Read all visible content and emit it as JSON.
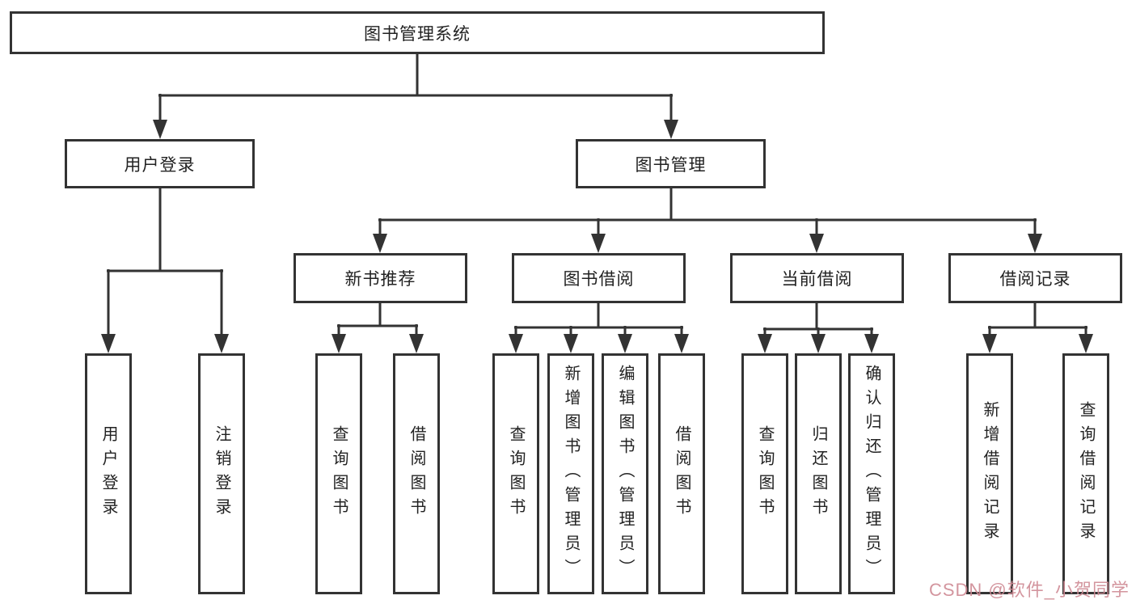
{
  "diagram": {
    "root": {
      "label": "图书管理系统"
    },
    "level2": [
      {
        "label": "用户登录"
      },
      {
        "label": "图书管理"
      }
    ],
    "level3": [
      {
        "label": "新书推荐"
      },
      {
        "label": "图书借阅"
      },
      {
        "label": "当前借阅"
      },
      {
        "label": "借阅记录"
      }
    ],
    "leaf_groups": [
      {
        "parent": "用户登录",
        "items": [
          "用户登录",
          "注销登录"
        ]
      },
      {
        "parent": "新书推荐",
        "items": [
          "查询图书",
          "借阅图书"
        ]
      },
      {
        "parent": "图书借阅",
        "items": [
          "查询图书",
          "新增图书（管理员）",
          "编辑图书（管理员）",
          "借阅图书"
        ]
      },
      {
        "parent": "当前借阅",
        "items": [
          "查询图书",
          "归还图书",
          "确认归还（管理员）"
        ]
      },
      {
        "parent": "借阅记录",
        "items": [
          "新增借阅记录",
          "查询借阅记录"
        ]
      }
    ]
  },
  "watermark": {
    "text": "CSDN @软件_小贺同学"
  },
  "colors": {
    "line": "#333333",
    "border": "#333333",
    "text": "#222222",
    "watermark": "#cf8a94",
    "background": "#ffffff"
  }
}
